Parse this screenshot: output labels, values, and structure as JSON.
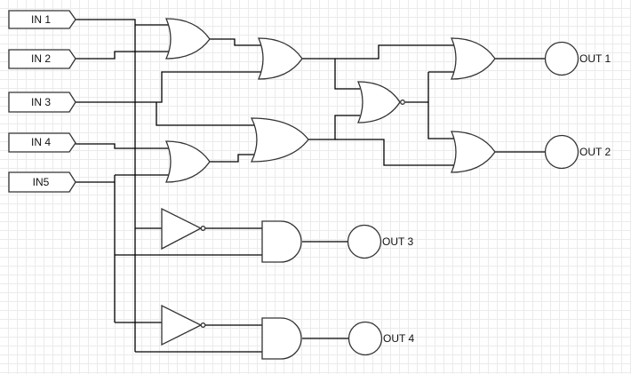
{
  "diagram": {
    "type": "logic-circuit",
    "inputs": [
      {
        "id": "in1",
        "label": "IN 1"
      },
      {
        "id": "in2",
        "label": "IN 2"
      },
      {
        "id": "in3",
        "label": "IN 3"
      },
      {
        "id": "in4",
        "label": "IN 4"
      },
      {
        "id": "in5",
        "label": "IN5"
      }
    ],
    "outputs": [
      {
        "id": "out1",
        "label": "OUT 1"
      },
      {
        "id": "out2",
        "label": "OUT 2"
      },
      {
        "id": "out3",
        "label": "OUT 3"
      },
      {
        "id": "out4",
        "label": "OUT 4"
      }
    ],
    "gates": [
      {
        "id": "or1",
        "type": "OR",
        "inputs": [
          "IN 1",
          "IN 2"
        ]
      },
      {
        "id": "or2",
        "type": "OR",
        "inputs": [
          "IN 4",
          "IN5"
        ]
      },
      {
        "id": "or3",
        "type": "OR",
        "inputs": [
          "or1",
          "IN 3"
        ]
      },
      {
        "id": "or4",
        "type": "OR",
        "inputs": [
          "IN 3",
          "or2"
        ]
      },
      {
        "id": "nor1",
        "type": "NOR",
        "inputs": [
          "or3",
          "or4"
        ]
      },
      {
        "id": "or5",
        "type": "OR",
        "inputs": [
          "or3",
          "nor1"
        ],
        "output": "OUT 1"
      },
      {
        "id": "or6",
        "type": "OR",
        "inputs": [
          "nor1",
          "or4"
        ],
        "output": "OUT 2"
      },
      {
        "id": "not1",
        "type": "NOT",
        "inputs": [
          "IN 1"
        ]
      },
      {
        "id": "and1",
        "type": "AND",
        "inputs": [
          "not1",
          "IN5"
        ],
        "output": "OUT 3"
      },
      {
        "id": "not2",
        "type": "NOT",
        "inputs": [
          "IN5"
        ]
      },
      {
        "id": "and2",
        "type": "AND",
        "inputs": [
          "not2",
          "IN 1"
        ],
        "output": "OUT 4"
      }
    ]
  }
}
